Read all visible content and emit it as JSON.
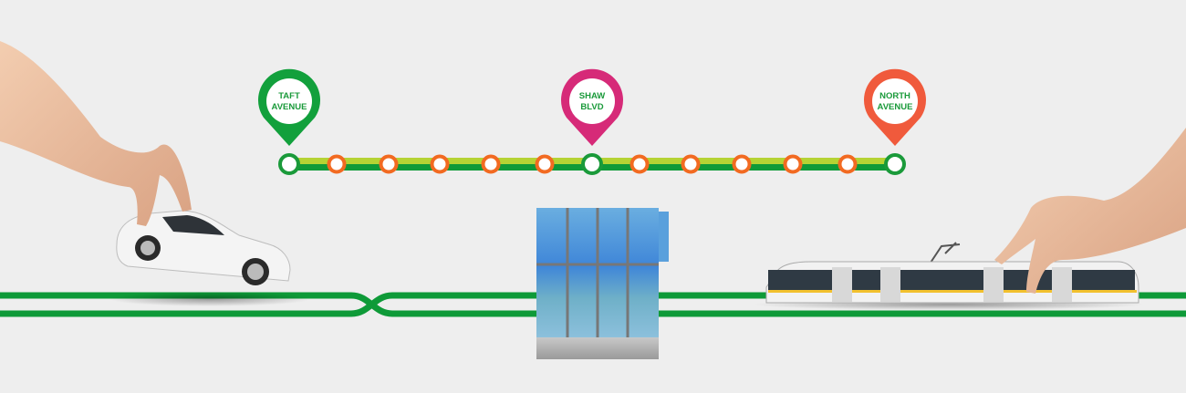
{
  "stations": {
    "pins": [
      {
        "label_line1": "TAFT",
        "label_line2": "AVENUE",
        "color": "#12a03c"
      },
      {
        "label_line1": "SHAW",
        "label_line2": "BLVD",
        "color": "#d62a78"
      },
      {
        "label_line1": "NORTH",
        "label_line2": "AVENUE",
        "color": "#f05a3c"
      }
    ],
    "stop_count": 13,
    "stop_color": "#f26a21",
    "main_stop_color": "#1a9a3a",
    "line_dark": "#0f9a38",
    "line_light": "#b5d334"
  },
  "colors": {
    "track": "#0e9a38",
    "background": "#eeeeee"
  }
}
